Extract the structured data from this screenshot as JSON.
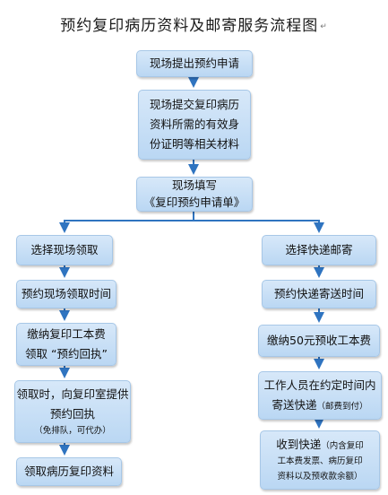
{
  "title": "预约复印病历资料及邮寄服务流程图",
  "title_mark": "↵",
  "steps": {
    "s1": "现场提出预约申请",
    "s2": [
      "现场提交复印病历",
      "资料所需的有效身",
      "份证明等相关材料"
    ],
    "s3": [
      "现场填写",
      "《复印预约申请单》"
    ],
    "left": {
      "l1": "选择现场领取",
      "l2": "预约现场领取时间",
      "l3": [
        "缴纳复印工本费",
        "领取 “预约回执”"
      ],
      "l4": [
        "领取时，向复印室提供",
        "预约回执",
        "（免排队，可代办）"
      ],
      "l5": "领取病历复印资料"
    },
    "right": {
      "r1": "选择快递邮寄",
      "r2": "预约快递寄送时间",
      "r3": "缴纳50元预收工本费",
      "r4": [
        "工作人员在约定时间内",
        "寄送快递",
        "（邮费到付）"
      ],
      "r5": [
        "收到快递",
        "（内含复印",
        "工本费发票、病历复印",
        "资料以及预收款余额）"
      ]
    }
  },
  "colors": {
    "box_fill": "#c9e0f7",
    "box_border": "#a7c7e7",
    "arrow": "#2f74c0"
  }
}
